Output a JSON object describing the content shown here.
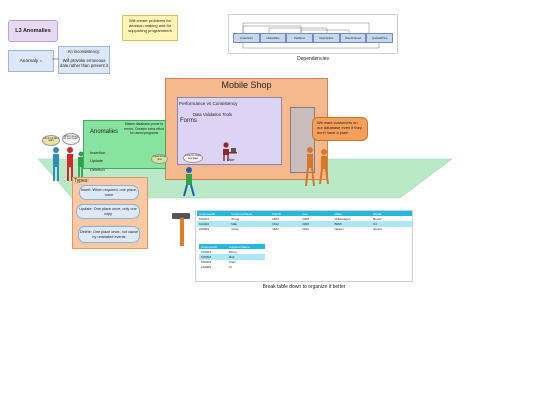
{
  "title": "L3 Anomalies",
  "anomaly_label": "Anomaly =",
  "inconsistency": {
    "title": "An inconsistency:",
    "body": "Will provoke erroneous data rather than prevent it"
  },
  "problem_note": "Will create problems for decision making and for supporting programmers",
  "dependencies": {
    "title": "Dependencies",
    "columns": [
      "OrderNum",
      "OrderDate",
      "PartNum",
      "Description",
      "NumOrdered",
      "QuotedPrice"
    ]
  },
  "shop": {
    "title": "Mobile Shop",
    "performance": "Performance vs Consistency",
    "data_validation": "Data Validation Tools",
    "forms": "Forms",
    "user_label": "User"
  },
  "anomalies_box": {
    "title": "Anomalies",
    "note": "Makes database prone to errors. Creates extra effort for users/programs",
    "ops": [
      "Insertion",
      "Update",
      "Deletion"
    ]
  },
  "speech": {
    "left_1": "I do it not like I want",
    "left_2": "Which issues do you mean?",
    "mid_1": "I need to buy now",
    "mid_2": "I need to create new page"
  },
  "customers_bubble": "We want customers on our database even if they don't have a plan!",
  "types": {
    "label": "Types:",
    "items": [
      "Insert: When required, one place, once",
      "Update: One place once, only one copy",
      "Delete: One place once, not cause by unrelated events"
    ]
  },
  "table_top": {
    "headers": [
      "CustomerID",
      "CustomerName",
      "PlanID",
      "Fee",
      "Make",
      "Model"
    ],
    "rows": [
      [
        "100001",
        "Wong",
        "1843",
        "2005",
        "Volkswagen",
        "Beetle"
      ],
      [
        "100002",
        "Mak",
        "1512",
        "2008",
        "BMW",
        "X4"
      ],
      [
        "100003",
        "Chan",
        "1823",
        "2012",
        "Nissan",
        "Sentra"
      ]
    ]
  },
  "table_bottom": {
    "headers": [
      "CustomerID",
      "CustomerName"
    ],
    "rows": [
      [
        "100001",
        "Wong"
      ],
      [
        "100002",
        "Mak"
      ],
      [
        "100003",
        "Chan"
      ],
      [
        "100004",
        "Yu"
      ]
    ]
  },
  "table_caption": "Break table down to organize it better",
  "colors": {
    "floor": "#b9e9c6",
    "shop": "#f5b98b",
    "green_box": "#87e39e",
    "table_header": "#22b8df",
    "table_highlight": "#aee8f6",
    "hammer": "#e47a2a"
  }
}
